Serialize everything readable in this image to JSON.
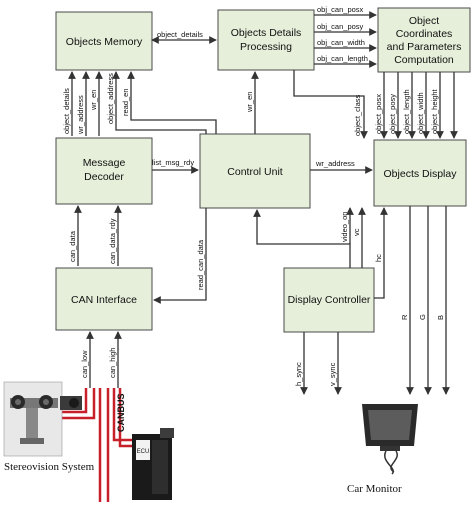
{
  "blocks": {
    "objects_memory": "Objects Memory",
    "odp_line1": "Objects Details",
    "odp_line2": "Processing",
    "ocp_line1": "Object",
    "ocp_line2": "Coordinates",
    "ocp_line3": "and Parameters",
    "ocp_line4": "Computation",
    "message_decoder_line1": "Message",
    "message_decoder_line2": "Decoder",
    "control_unit": "Control Unit",
    "objects_display": "Objects Display",
    "can_interface": "CAN Interface",
    "display_controller": "Display Controller"
  },
  "signals": {
    "object_details_top": "object_details",
    "obj_can_posx": "obj_can_posx",
    "obj_can_posy": "obj_can_posy",
    "obj_can_width": "obj_can_width",
    "obj_can_length": "obj_can_length",
    "object_details_v": "object_details",
    "wr_address_v": "wr_address",
    "wr_en_v": "wr_en",
    "object_address": "object_address",
    "read_en": "read_en",
    "wr_en_odp": "wr_en",
    "object_class": "object_class",
    "object_posx": "object_posx",
    "object_posy": "object_posy",
    "object_length": "object_length",
    "object_width": "object_width",
    "object_height": "object_height",
    "list_msg_rdy": "list_msg_rdy",
    "wr_address_h": "wr_address",
    "can_data": "can_data",
    "can_data_rdy": "can_data_rdy",
    "read_can_data": "read_can_data",
    "video_on": "video_on",
    "vc": "vc",
    "hc": "hc",
    "r": "R",
    "g": "G",
    "b": "B",
    "can_low": "can_low",
    "can_high": "can_high",
    "h_sync": "h_sync",
    "v_sync": "v_sync"
  },
  "labels": {
    "canbus": "CANBUS",
    "stereovision": "Stereovision System",
    "car_monitor": "Car Monitor",
    "ecu_tag": "ECU"
  },
  "colors": {
    "block_fill": "#e6efda",
    "block_stroke": "#4a4a4a",
    "bus_red": "#c8202a"
  }
}
